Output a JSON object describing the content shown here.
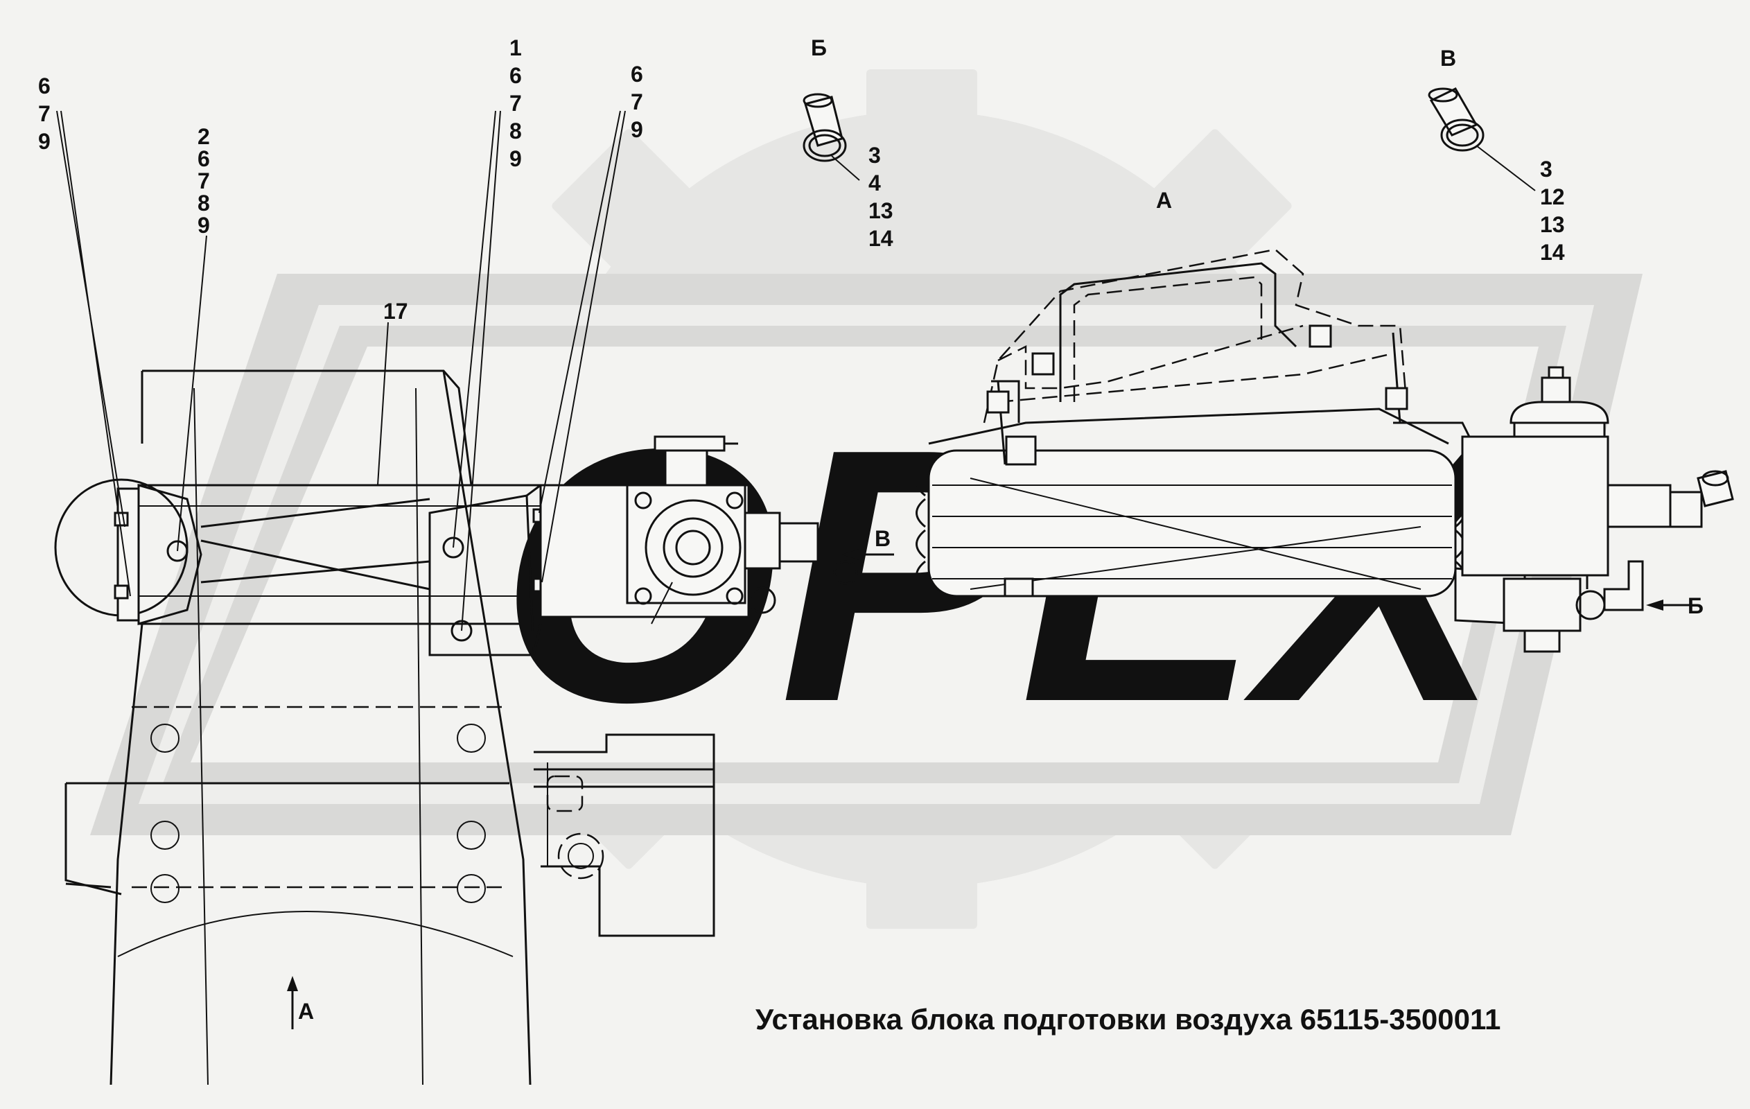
{
  "title": "Установка блока подготовки воздуха 65115-3500011",
  "callouts": {
    "left_pair": [
      "6",
      "7",
      "9"
    ],
    "left_bracket": [
      "2",
      "6",
      "7",
      "8",
      "9"
    ],
    "mid_bracket": [
      "1",
      "6",
      "7",
      "8",
      "9"
    ],
    "right_pair": [
      "6",
      "7",
      "9"
    ],
    "frame": "17",
    "fitting_b": [
      "3",
      "4",
      "13",
      "14"
    ],
    "fitting_v": [
      "3",
      "12",
      "13",
      "14"
    ]
  },
  "view_labels": {
    "view_b": "Б",
    "view_v": "В",
    "view_a_top": "А",
    "arrow_v": "В",
    "arrow_b": "Б",
    "arrow_a": "А"
  },
  "watermark": {
    "text": "ОРЕХ",
    "color": "#d9d9d7"
  }
}
